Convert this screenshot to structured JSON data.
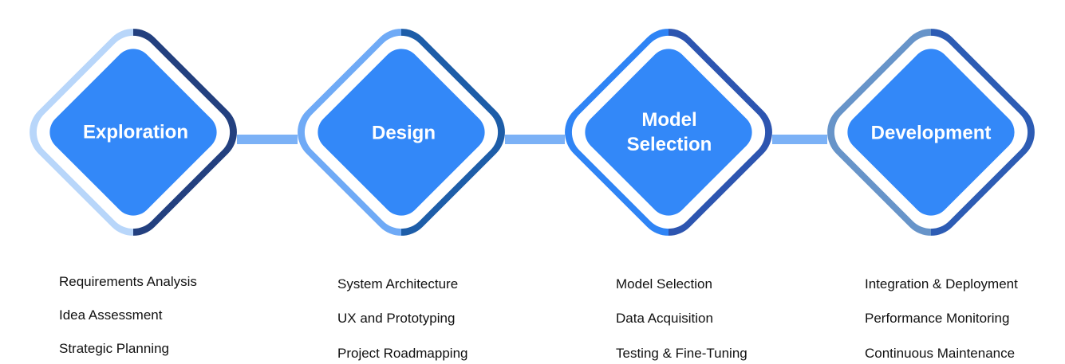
{
  "stages": [
    {
      "title": "Exploration",
      "items": [
        "Requirements Analysis",
        "Idea Assessment",
        "Strategic Planning"
      ],
      "colors": {
        "inner": "#3388F8",
        "ring_dark": "#23407F",
        "ring_light": "#B8D6FA"
      }
    },
    {
      "title": "Design",
      "items": [
        "System Architecture",
        "UX and Prototyping",
        "Project Roadmapping"
      ],
      "colors": {
        "inner": "#3388F8",
        "ring_dark": "#1D5DA8",
        "ring_light": "#6FAAF6"
      }
    },
    {
      "title": "Model\nSelection",
      "items": [
        "Model Selection",
        "Data Acquisition",
        "Testing & Fine-Tuning"
      ],
      "colors": {
        "inner": "#3388F8",
        "ring_dark": "#2D55B0",
        "ring_light": "#2F84F5"
      }
    },
    {
      "title": "Development",
      "items": [
        "Integration & Deployment",
        "Performance Monitoring",
        "Continuous Maintenance"
      ],
      "colors": {
        "inner": "#3388F8",
        "ring_dark": "#2D5CB4",
        "ring_light": "#6794C9"
      }
    }
  ],
  "connector_color": "#7BB1F6"
}
